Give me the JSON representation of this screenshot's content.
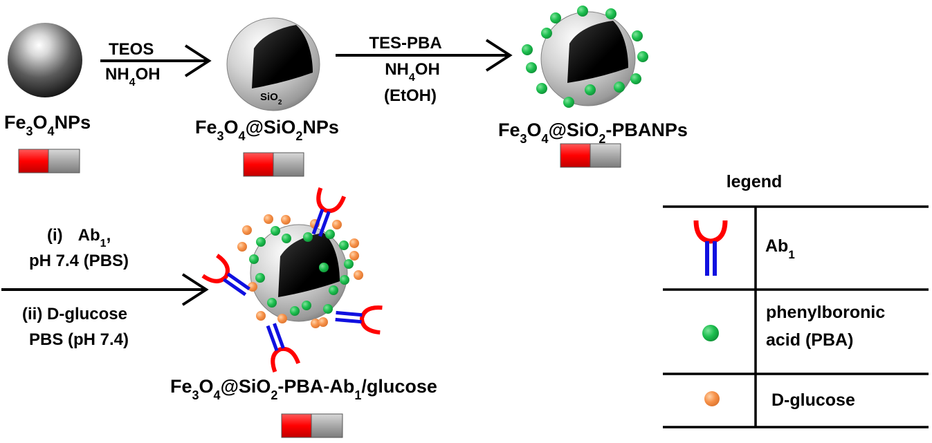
{
  "colors": {
    "magnet_red": "#ff0000",
    "magnet_gray": "#a8a8a8",
    "pba_green": "#1dbf4f",
    "glucose_orange": "#f7924a",
    "antibody_red": "#ff0000",
    "antibody_blue": "#1010e0",
    "silica_shell": "#c8c8c8",
    "magnetite_core": "#000000"
  },
  "step1": {
    "reagent": "TEOS",
    "solvent": {
      "main": "NH",
      "sub": "4",
      "tail": "OH"
    }
  },
  "step2": {
    "reagent": "TES-PBA",
    "solvent": {
      "main": "NH",
      "sub": "4",
      "tail": "OH"
    },
    "medium": "(EtOH)"
  },
  "step3": {
    "line1": {
      "prefix": "(i)",
      "ab": "Ab",
      "sub": "1",
      "tail": ","
    },
    "line2": "pH 7.4 (PBS)",
    "line3": "(ii) D-glucose",
    "line4": "PBS (pH 7.4)"
  },
  "particles": {
    "fe3o4": {
      "p1": "Fe",
      "s1": "3",
      "p2": "O",
      "s2": "4",
      "p3": "NPs"
    },
    "fe3o4_sio2": {
      "p1": "Fe",
      "s1": "3",
      "p2": "O",
      "s2": "4",
      "p3": "@SiO",
      "s3": "2",
      "p4": "NPs"
    },
    "fe3o4_sio2_pba": {
      "p1": "Fe",
      "s1": "3",
      "p2": "O",
      "s2": "4",
      "p3": "@SiO",
      "s3": "2",
      "p4": "-PBANPs"
    },
    "fe3o4_sio2_pba_ab1": {
      "p1": "Fe",
      "s1": "3",
      "p2": "O",
      "s2": "4",
      "p3": "@SiO",
      "s3": "2",
      "p4": "-PBA-Ab",
      "s4": "1",
      "p5": "/glucose"
    },
    "shell_label": {
      "main": "SiO",
      "sub": "2"
    }
  },
  "legend": {
    "title": "legend",
    "ab1": {
      "main": "Ab",
      "sub": "1"
    },
    "pba_line1": "phenylboronic",
    "pba_line2": "acid (PBA)",
    "glucose": "D-glucose"
  }
}
